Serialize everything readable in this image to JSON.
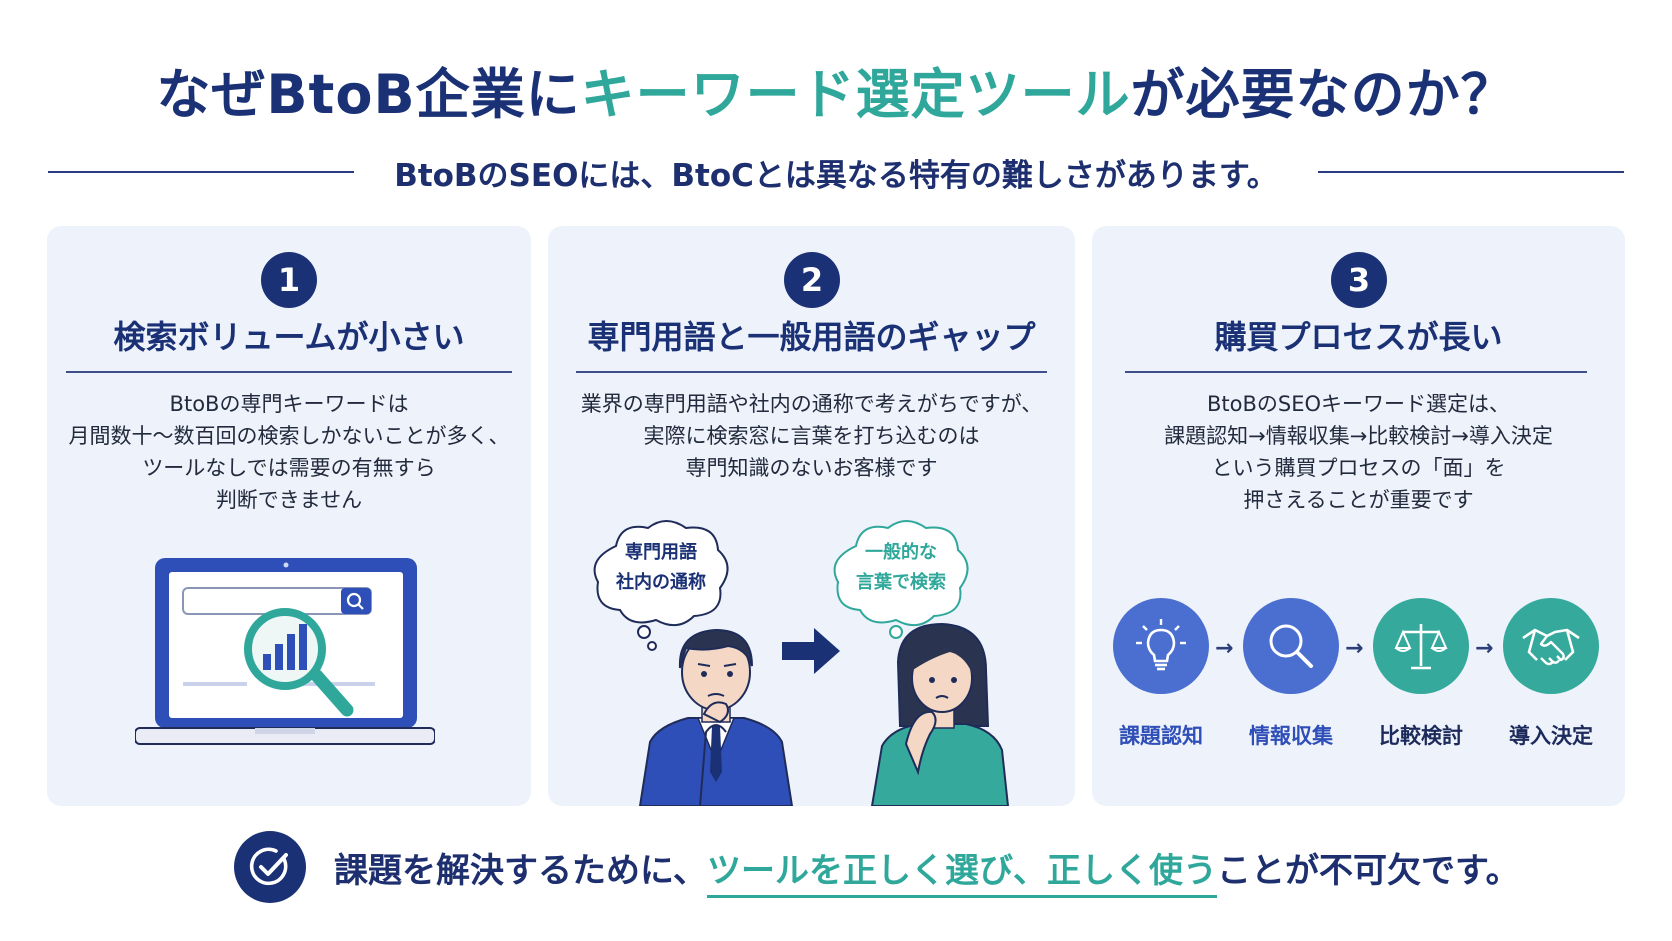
{
  "header": {
    "title_part1": "なぜBtoB企業に",
    "title_accent": "キーワード選定ツール",
    "title_part2": "が必要なのか？",
    "subtitle": "BtoBのSEOには、BtoCとは異なる特有の難しさがあります。"
  },
  "cards": [
    {
      "number": "1",
      "title": "検索ボリュームが小さい",
      "body": [
        "BtoBの専門キーワードは",
        "月間数十〜数百回の検索しかないことが多く、",
        "ツールなしでは需要の有無すら",
        "判断できません"
      ],
      "icon": "laptop-search-chart-icon"
    },
    {
      "number": "2",
      "title": "専門用語と一般用語のギャップ",
      "body": [
        "業界の専門用語や社内の通称で考えがちですが、",
        "実際に検索窓に言葉を打ち込むのは",
        "専門知識のないお客様です"
      ],
      "bubble_left": [
        "専門用語",
        "社内の通称"
      ],
      "bubble_right": [
        "一般的な",
        "言葉で検索"
      ]
    },
    {
      "number": "3",
      "title": "購買プロセスが長い",
      "body": [
        "BtoBのSEOキーワード選定は、",
        "課題認知→情報収集→比較検討→導入決定",
        "という購買プロセスの「面」を",
        "押さえることが重要です"
      ],
      "steps": [
        {
          "label": "課題認知",
          "icon": "lightbulb-icon",
          "color": "#4a6fd0"
        },
        {
          "label": "情報収集",
          "icon": "magnifier-icon",
          "color": "#4a6fd0"
        },
        {
          "label": "比較検討",
          "icon": "scale-icon",
          "color": "#35a99c"
        },
        {
          "label": "導入決定",
          "icon": "handshake-icon",
          "color": "#35a99c"
        }
      ],
      "step_arrow": "→"
    }
  ],
  "conclusion": {
    "part1": "課題を解決するために、",
    "accent": "ツールを正しく選び、正しく使う",
    "part2": "ことが不可欠です。"
  },
  "colors": {
    "navy": "#1b3176",
    "teal": "#2fa89b",
    "card_bg": "#eef2fa"
  }
}
